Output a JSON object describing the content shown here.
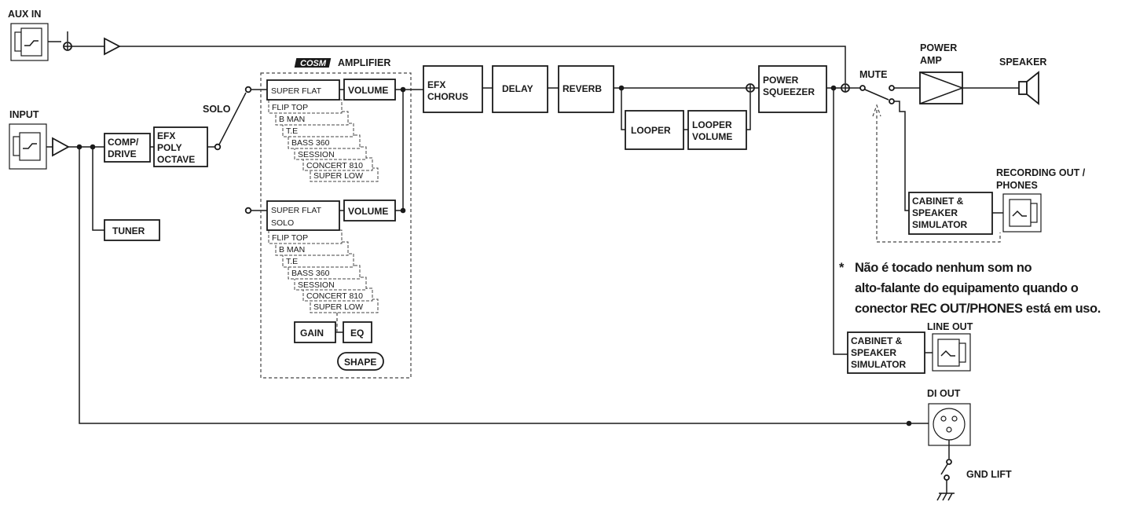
{
  "inputs": {
    "aux_in": "AUX IN",
    "input": "INPUT"
  },
  "blocks": {
    "comp_drive": [
      "COMP/",
      "DRIVE"
    ],
    "efx_poly": [
      "EFX",
      "POLY",
      "OCTAVE"
    ],
    "tuner": "TUNER",
    "solo": "SOLO",
    "amplifier_logo": "COSM",
    "amplifier": "AMPLIFIER",
    "volume_1": "VOLUME",
    "volume_2": "VOLUME",
    "gain": "GAIN",
    "eq": "EQ",
    "shape": "SHAPE",
    "efx_chorus": [
      "EFX",
      "CHORUS"
    ],
    "delay": "DELAY",
    "reverb": "REVERB",
    "looper": "LOOPER",
    "looper_volume": [
      "LOOPER",
      "VOLUME"
    ],
    "power_squeezer": [
      "POWER",
      "SQUEEZER"
    ],
    "mute": "MUTE",
    "power_amp": [
      "POWER",
      "AMP"
    ],
    "speaker": "SPEAKER",
    "recording_out": [
      "RECORDING OUT /",
      "PHONES"
    ],
    "cabinet_rec": [
      "CABINET &",
      "SPEAKER",
      "SIMULATOR"
    ],
    "line_out": "LINE OUT",
    "cabinet_line": [
      "CABINET &",
      "SPEAKER",
      "SIMULATOR"
    ],
    "di_out": "DI OUT",
    "gnd_lift": "GND LIFT"
  },
  "models_stack_1": [
    "SUPER FLAT",
    "FLIP TOP",
    "B MAN",
    "T.E",
    "BASS 360",
    "SESSION",
    "CONCERT 810",
    "SUPER LOW"
  ],
  "models_stack_2": [
    "SUPER FLAT",
    "FLIP TOP",
    "B MAN",
    "T.E",
    "BASS 360",
    "SESSION",
    "CONCERT 810",
    "SUPER LOW"
  ],
  "models_stack_2_solo": "SOLO",
  "note": {
    "asterisk": "*",
    "lines": [
      "Não é tocado nenhum som no",
      "alto-falante do equipamento quando o",
      "conector REC OUT/PHONES está em uso."
    ]
  }
}
